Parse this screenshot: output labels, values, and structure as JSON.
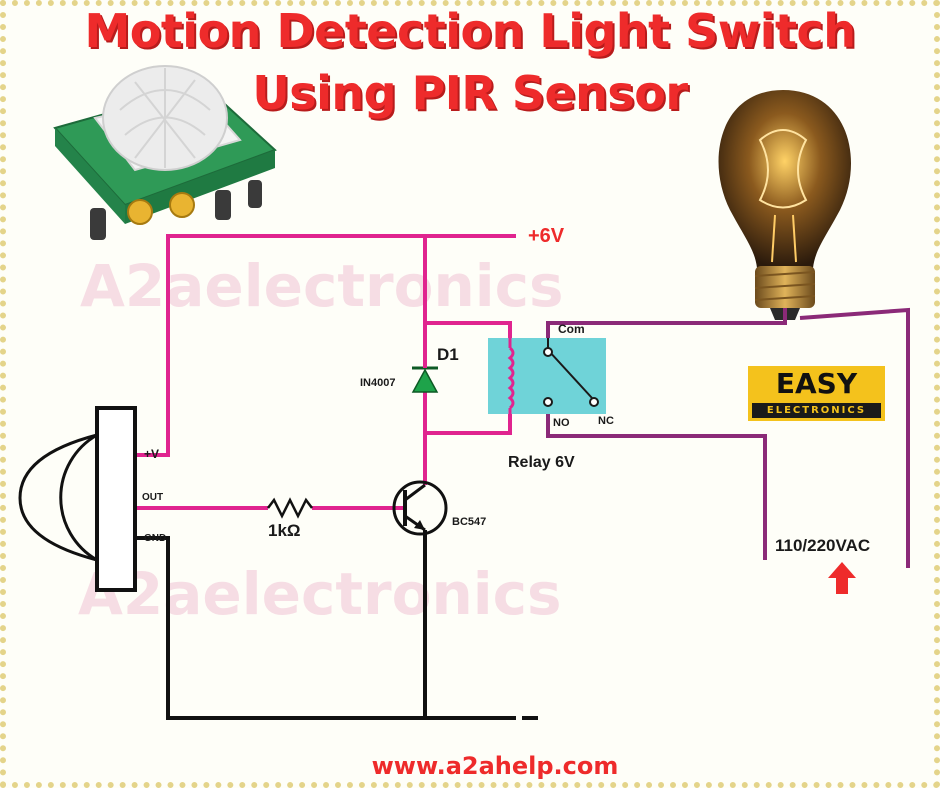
{
  "title": {
    "line1": "Motion Detection Light Switch",
    "line2": "Using PIR  Sensor"
  },
  "watermark": "A2aelectronics",
  "labels": {
    "supply": "+6V",
    "diode_name": "D1",
    "diode_part": "IN4007",
    "relay_com": "Com",
    "relay_no": "NO",
    "relay_nc": "NC",
    "relay_name": "Relay 6V",
    "pir_vcc": "+V",
    "pir_out": "OUT",
    "pir_gnd": "GND",
    "resistor": "1kΩ",
    "transistor": "BC547",
    "mains": "110/220VAC",
    "ground_minus": "-"
  },
  "logo": {
    "top": "EASY",
    "bottom": "ELECTRONICS"
  },
  "footer": {
    "url": "www.a2ahelp.com"
  },
  "colors": {
    "title_red": "#ee2b2b",
    "wire_magenta": "#e0248f",
    "wire_purple": "#8b2a78",
    "wire_black": "#111111",
    "relay_cyan": "#6fd3d8",
    "diode_green": "#1ea34a",
    "logo_yellow": "#f4c21c"
  },
  "icons": [
    "pir-sensor-module-icon",
    "light-bulb-icon",
    "up-arrow-icon"
  ]
}
